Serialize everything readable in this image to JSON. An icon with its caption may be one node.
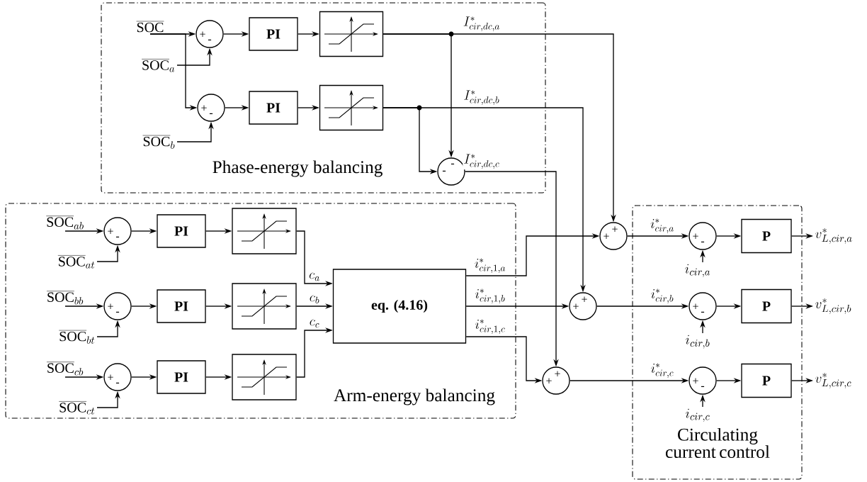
{
  "diagram": {
    "nodes": [
      {
        "text": [
          "Phase-energy balancing"
        ]
      },
      {
        "text": [
          "\\overline{\\mathrm{SOC}}"
        ],
        "in": 0
      },
      {
        "text": [
          "\\overline{\\mathrm{SOC}}_{a}"
        ],
        "in": 0
      },
      {
        "text": [
          "\\overline{\\mathrm{SOC}}_{b}"
        ],
        "in": 0
      },
      {
        "text": [
          "+",
          "-"
        ],
        "in": 0
      },
      {
        "text": [
          "PI"
        ],
        "in": 0
      },
      {
        "text": [],
        "shape": "box",
        "in": 0
      },
      {
        "text": [
          "+",
          "-"
        ],
        "in": 0
      },
      {
        "text": [
          "PI"
        ],
        "in": 0
      },
      {
        "text": [],
        "shape": "box",
        "in": 0
      },
      {
        "text": [
          "-",
          "-"
        ],
        "in": 0
      },
      {
        "text": [
          "Arm-energy balancing"
        ]
      },
      {
        "text": [
          "\\overline{\\mathrm{SOC}}_{ab}"
        ],
        "in": 11
      },
      {
        "text": [
          "\\overline{\\mathrm{SOC}}_{at}"
        ],
        "in": 11
      },
      {
        "text": [
          "+",
          "-"
        ],
        "in": 11
      },
      {
        "text": [
          "PI"
        ],
        "in": 11
      },
      {
        "text": [],
        "shape": "box",
        "in": 11
      },
      {
        "text": [
          "\\overline{\\mathrm{SOC}}_{bb}"
        ],
        "in": 11
      },
      {
        "text": [
          "\\overline{\\mathrm{SOC}}_{bt}"
        ],
        "in": 11
      },
      {
        "text": [
          "+",
          "-"
        ],
        "in": 11
      },
      {
        "text": [
          "PI"
        ],
        "in": 11
      },
      {
        "text": [],
        "shape": "box",
        "in": 11
      },
      {
        "text": [
          "\\overline{\\mathrm{SOC}}_{cb}"
        ],
        "in": 11
      },
      {
        "text": [
          "\\overline{\\mathrm{SOC}}_{ct}"
        ],
        "in": 11
      },
      {
        "text": [
          "+",
          "-"
        ],
        "in": 11
      },
      {
        "text": [
          "PI"
        ],
        "in": 11
      },
      {
        "text": [],
        "shape": "box",
        "in": 11
      },
      {
        "text": [
          "eq. (4.16)"
        ],
        "in": 11
      },
      {
        "text": [
          "+",
          "+"
        ]
      },
      {
        "text": [
          "+",
          "+"
        ]
      },
      {
        "text": [
          "+",
          "+"
        ]
      },
      {
        "text": [
          "Circulating current control"
        ]
      },
      {
        "text": [
          "i_{cir,a}"
        ],
        "in": 31
      },
      {
        "text": [
          "+",
          "-"
        ],
        "in": 31
      },
      {
        "text": [
          "P"
        ],
        "in": 31
      },
      {
        "text": [
          "i_{cir,b}"
        ],
        "in": 31
      },
      {
        "text": [
          "+",
          "-"
        ],
        "in": 31
      },
      {
        "text": [
          "P"
        ],
        "in": 31
      },
      {
        "text": [
          "i_{cir,c}"
        ],
        "in": 31
      },
      {
        "text": [
          "+",
          "-"
        ],
        "in": 31
      },
      {
        "text": [
          "P"
        ],
        "in": 31
      },
      {
        "text": [
          "v^{*}_{L,cir,a}"
        ]
      },
      {
        "text": [
          "v^{*}_{L,cir,b}"
        ]
      },
      {
        "text": [
          "v^{*}_{L,cir,c}"
        ]
      }
    ],
    "edges": [
      {
        "from": 1,
        "to": 4,
        "arrow": "to"
      },
      {
        "from": 2,
        "to": 4,
        "arrow": "to"
      },
      {
        "from": 1,
        "to": 7,
        "arrow": "to"
      },
      {
        "from": 3,
        "to": 7,
        "arrow": "to"
      },
      {
        "from": 4,
        "to": 5,
        "arrow": "to"
      },
      {
        "from": 5,
        "to": 6,
        "arrow": "to"
      },
      {
        "from": 7,
        "to": 8,
        "arrow": "to"
      },
      {
        "from": 8,
        "to": 9,
        "arrow": "to"
      },
      {
        "from": 6,
        "to": 28,
        "arrow": "to",
        "label": "I^{*}_{cir,dc,a}"
      },
      {
        "from": 6,
        "to": 10,
        "arrow": "to"
      },
      {
        "from": 9,
        "to": 29,
        "arrow": "to",
        "label": "I^{*}_{cir,dc,b}"
      },
      {
        "from": 9,
        "to": 10,
        "arrow": "to"
      },
      {
        "from": 10,
        "to": 30,
        "arrow": "to",
        "label": "I^{*}_{cir,dc,c}"
      },
      {
        "from": 12,
        "to": 14,
        "arrow": "to"
      },
      {
        "from": 13,
        "to": 14,
        "arrow": "to"
      },
      {
        "from": 14,
        "to": 15,
        "arrow": "to"
      },
      {
        "from": 15,
        "to": 16,
        "arrow": "to"
      },
      {
        "from": 16,
        "to": 27,
        "arrow": "to",
        "label": "c_{a}"
      },
      {
        "from": 17,
        "to": 19,
        "arrow": "to"
      },
      {
        "from": 18,
        "to": 19,
        "arrow": "to"
      },
      {
        "from": 19,
        "to": 20,
        "arrow": "to"
      },
      {
        "from": 20,
        "to": 21,
        "arrow": "to"
      },
      {
        "from": 21,
        "to": 27,
        "arrow": "to",
        "label": "c_{b}"
      },
      {
        "from": 22,
        "to": 24,
        "arrow": "to"
      },
      {
        "from": 23,
        "to": 24,
        "arrow": "to"
      },
      {
        "from": 24,
        "to": 25,
        "arrow": "to"
      },
      {
        "from": 25,
        "to": 26,
        "arrow": "to"
      },
      {
        "from": 26,
        "to": 27,
        "arrow": "to",
        "label": "c_{c}"
      },
      {
        "from": 27,
        "to": 28,
        "arrow": "to",
        "label": "i^{*}_{cir,1,a}"
      },
      {
        "from": 27,
        "to": 29,
        "arrow": "to",
        "label": "i^{*}_{cir,1,b}"
      },
      {
        "from": 27,
        "to": 30,
        "arrow": "to",
        "label": "i^{*}_{cir,1,c}"
      },
      {
        "from": 28,
        "to": 33,
        "arrow": "to",
        "label": "i^{*}_{cir,a}"
      },
      {
        "from": 29,
        "to": 36,
        "arrow": "to",
        "label": "i^{*}_{cir,b}"
      },
      {
        "from": 30,
        "to": 39,
        "arrow": "to",
        "label": "i^{*}_{cir,c}"
      },
      {
        "from": 32,
        "to": 33,
        "arrow": "to"
      },
      {
        "from": 33,
        "to": 34,
        "arrow": "to"
      },
      {
        "from": 34,
        "to": 41,
        "arrow": "to"
      },
      {
        "from": 35,
        "to": 36,
        "arrow": "to"
      },
      {
        "from": 36,
        "to": 37,
        "arrow": "to"
      },
      {
        "from": 37,
        "to": 42,
        "arrow": "to"
      },
      {
        "from": 38,
        "to": 39,
        "arrow": "to"
      },
      {
        "from": 39,
        "to": 40,
        "arrow": "to"
      },
      {
        "from": 40,
        "to": 43,
        "arrow": "to"
      }
    ]
  }
}
